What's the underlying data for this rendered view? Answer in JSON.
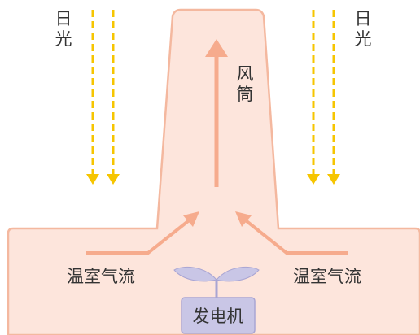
{
  "labels": {
    "sunlight_left": [
      "日",
      "光"
    ],
    "sunlight_right": [
      "日",
      "光"
    ],
    "chimney": [
      "风",
      "筒"
    ],
    "airflow_left": "温室气流",
    "airflow_right": "温室气流",
    "generator": "发电机"
  },
  "colors": {
    "structure_fill": "#fde5dc",
    "structure_stroke": "#f4b89f",
    "arrow": "#f6ab8d",
    "sun_ray": "#f6c500",
    "generator_fill": "#c9c6e6",
    "generator_stroke": "#a9a5d3",
    "text": "#333333"
  },
  "icons": {
    "rotor": "turbine-blades-icon"
  }
}
